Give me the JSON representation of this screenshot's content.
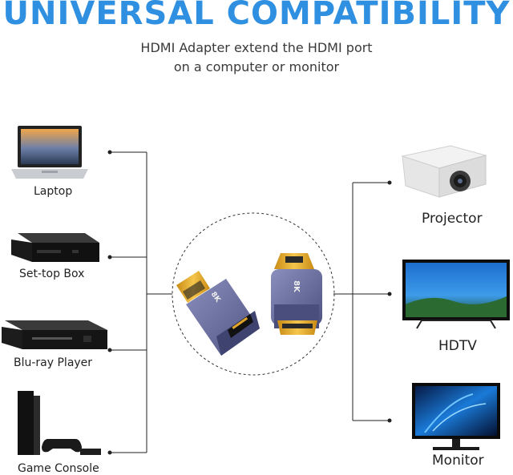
{
  "heading": "UNIVERSAL COMPATIBILITY",
  "subtitle_line1": "HDMI Adapter extend the HDMI port",
  "subtitle_line2": "on a computer or monitor",
  "left_devices": [
    {
      "label": "Laptop",
      "icon": "laptop-icon"
    },
    {
      "label": "Set-top Box",
      "icon": "set-top-box-icon"
    },
    {
      "label": "Blu-ray Player",
      "icon": "blu-ray-player-icon"
    },
    {
      "label": "Game Console",
      "icon": "game-console-icon"
    }
  ],
  "right_devices": [
    {
      "label": "Projector",
      "icon": "projector-icon"
    },
    {
      "label": "HDTV",
      "icon": "hdtv-icon"
    },
    {
      "label": "Monitor",
      "icon": "monitor-icon"
    }
  ],
  "adapter_badge": "8K",
  "colors": {
    "heading": "#2f8fe0",
    "adapter_body": "#6b6f9a",
    "connector_gold": "#e0a52a"
  }
}
